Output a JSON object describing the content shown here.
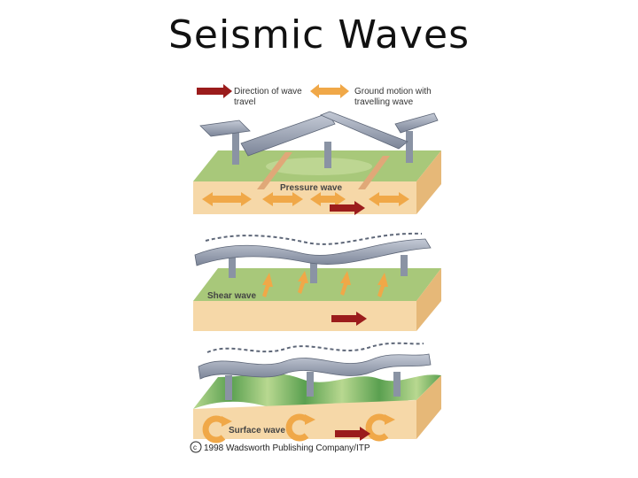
{
  "title": "Seismic Waves",
  "legend": {
    "direction_label_line1": "Direction of wave",
    "direction_label_line2": "travel",
    "ground_label_line1": "Ground motion with",
    "ground_label_line2": "travelling wave",
    "direction_color": "#9b1c1c",
    "ground_color": "#f0a848"
  },
  "panels": [
    {
      "label": "Pressure wave"
    },
    {
      "label": "Shear  wave"
    },
    {
      "label": "Surface wave"
    }
  ],
  "copyright": "1998 Wadsworth Publishing Company/ITP",
  "colors": {
    "grass": "#a8c87a",
    "soil_front": "#f6d8a8",
    "soil_side": "#e6b878",
    "bridge_deck": "#9aa4b6",
    "bridge_dark": "#5e6778"
  }
}
